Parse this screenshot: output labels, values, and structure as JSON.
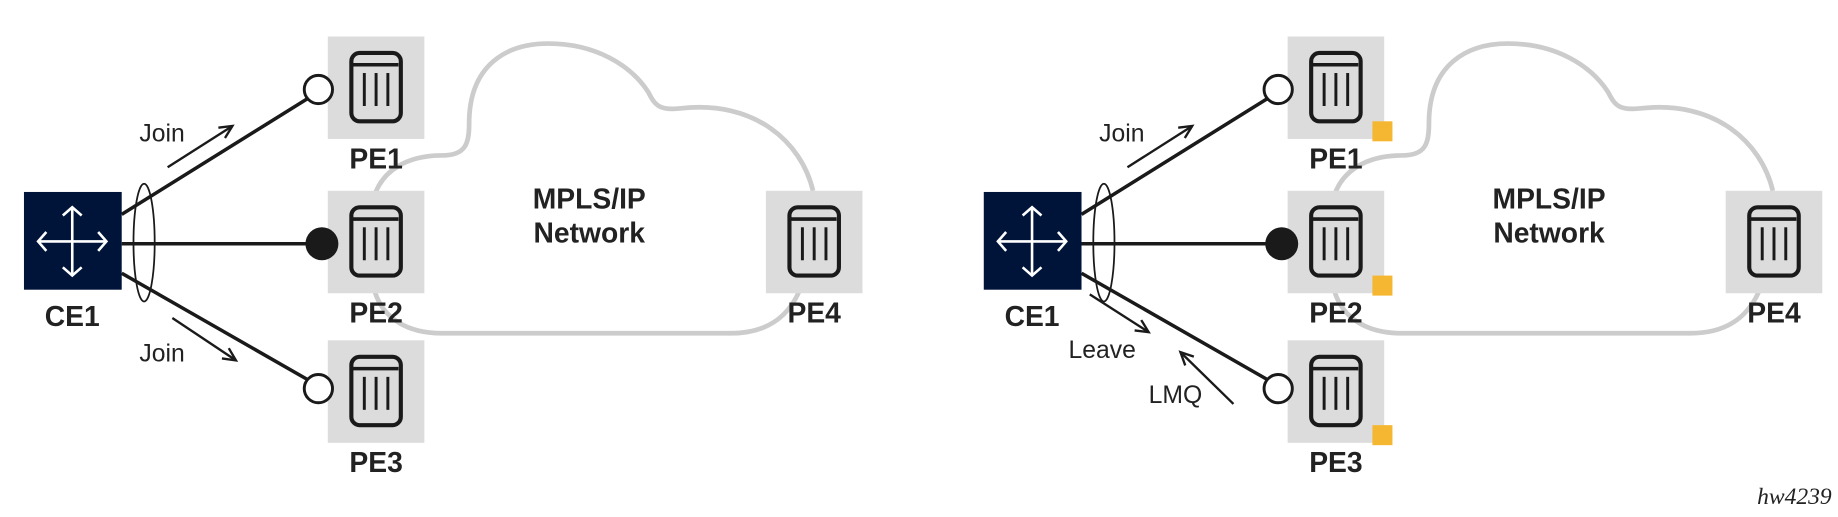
{
  "panels": [
    {
      "ce_label": "CE1",
      "pe_labels": [
        "PE1",
        "PE2",
        "PE3",
        "PE4"
      ],
      "cloud_label": [
        "MPLS/IP",
        "Network"
      ],
      "annotations": [
        "Join",
        "Join"
      ],
      "status_markers": false
    },
    {
      "ce_label": "CE1",
      "pe_labels": [
        "PE1",
        "PE2",
        "PE3",
        "PE4"
      ],
      "cloud_label": [
        "MPLS/IP",
        "Network"
      ],
      "annotations": [
        "Join",
        "Leave",
        "LMQ"
      ],
      "status_markers": true
    }
  ],
  "figure_id": "hw4239",
  "colors": {
    "ce": "#00143a",
    "pe_box": "#dcdcdc",
    "cloud": "#cccccc",
    "marker": "#f5b731",
    "line": "#1a1a1a"
  }
}
